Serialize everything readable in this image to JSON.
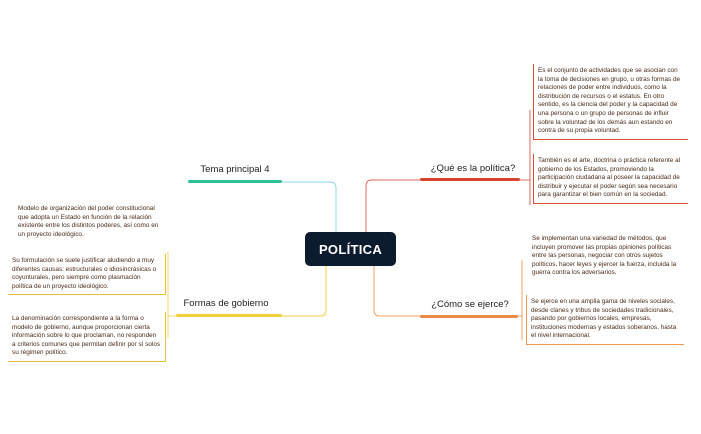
{
  "central": {
    "title": "POLÍTICA"
  },
  "topics": {
    "tema4": "Tema principal 4",
    "formas": "Formas de gobierno",
    "que": "¿Qué es la política?",
    "como": "¿Cómo se ejerce?"
  },
  "notes": {
    "formas_1": "Modelo de organización del poder constitucional que adopta un Estado en función de la relación existente entre los distintos poderes, así como en un proyecto ideológico.",
    "formas_2": "Su formulación se suele justificar aludiendo a muy diferentes causas: estructurales o idiosincrásicas o coyunturales, pero siempre como plasmación política de un proyecto ideológico.",
    "formas_3": "La denominación correspondiente a la forma o modelo de gobierno, aunque proporcionan cierta información sobre lo que proclaman, no responden a criterios comunes que permitan definir por sí solos su régimen político.",
    "que_1": "Es el conjunto de actividades que se asocian con la toma de decisiones en grupo, u otras formas de relaciones de poder entre individuos, como la distribución de recursos o el estatus. En otro sentido, es la ciencia del poder y la capacidad de una persona o un grupo de personas de influir sobre la voluntad de los demás aun estando en contra de su propia voluntad.",
    "que_2": "También es el arte, doctrina o práctica referente al gobierno de los Estados, promoviendo la participación ciudadana al poseer la capacidad de distribuir y ejecutar el poder según sea necesario para garantizar el bien común en la sociedad.",
    "como_1": "Se implementan una variedad de métodos, que incluyen promover las propias opiniones políticas entre las personas, negociar con otros sujetos políticos, hacer leyes y ejercer la fuerza, incluida la guerra contra los adversarios.",
    "como_2": "Se ejerce en una amplia gama de niveles sociales, desde clanes y tribus de sociedades tradicionales, pasando por gobiernos locales, empresas, instituciones modernas y estados soberanos, hasta el nivel internacional."
  },
  "colors": {
    "central_bg": "#0d1b2e",
    "tema4": "#2bbf9a",
    "tema4_connector": "#5ab8d6",
    "formas": "#f2cf3a",
    "que": "#d8432f",
    "como": "#eb8a45"
  }
}
